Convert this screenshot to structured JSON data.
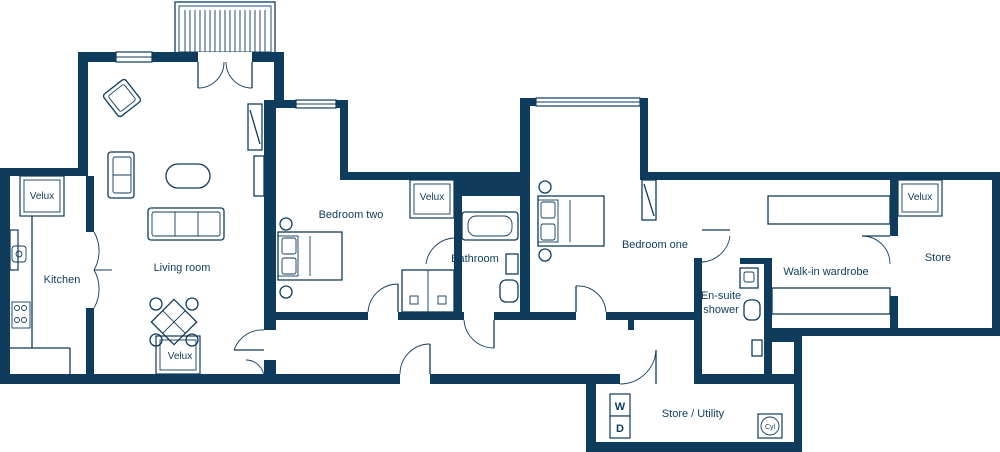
{
  "plan": {
    "colors": {
      "wall": "#0f3b5c",
      "background": "#ffffff"
    },
    "rooms": {
      "kitchen": "Kitchen",
      "living_room": "Living room",
      "bedroom_two": "Bedroom two",
      "bathroom": "Bathroom",
      "bedroom_one": "Bedroom one",
      "ensuite_line1": "En-suite",
      "ensuite_line2": "shower",
      "walkin": "Walk-in wardrobe",
      "store": "Store",
      "utility": "Store / Utility"
    },
    "skylights": {
      "kitchen": "Velux",
      "living": "Velux",
      "bedroom_two": "Velux",
      "wardrobe": "Velux"
    },
    "appliances": {
      "washer": "W",
      "dryer": "D",
      "cylinder": "Cyl"
    }
  }
}
